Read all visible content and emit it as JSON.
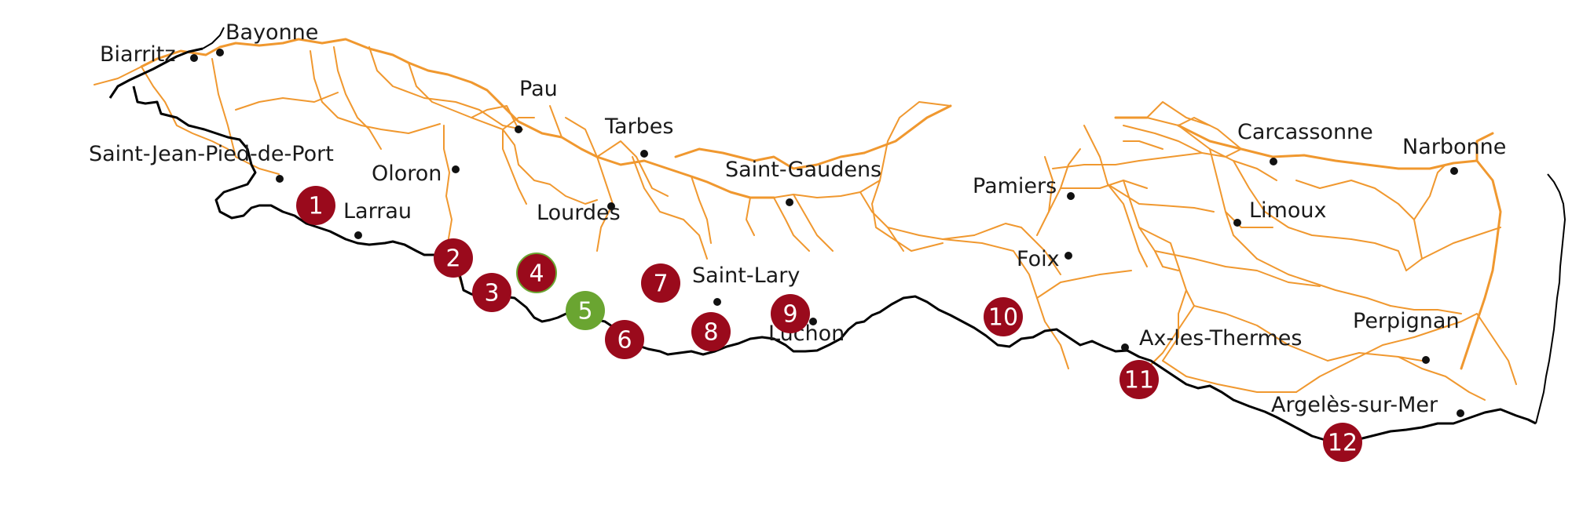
{
  "colors": {
    "road": "#f0982f",
    "border": "#000000",
    "marker_red": "#9a0a1c",
    "marker_green": "#6aa531",
    "label_text": "#1a1a1a"
  },
  "cities": [
    {
      "name": "Bayonne"
    },
    {
      "name": "Biarritz"
    },
    {
      "name": "Pau"
    },
    {
      "name": "Tarbes"
    },
    {
      "name": "Saint-Jean-Pied-de-Port"
    },
    {
      "name": "Oloron"
    },
    {
      "name": "Larrau"
    },
    {
      "name": "Lourdes"
    },
    {
      "name": "Saint-Gaudens"
    },
    {
      "name": "Saint-Lary"
    },
    {
      "name": "Luchon"
    },
    {
      "name": "Pamiers"
    },
    {
      "name": "Foix"
    },
    {
      "name": "Carcassonne"
    },
    {
      "name": "Limoux"
    },
    {
      "name": "Narbonne"
    },
    {
      "name": "Ax-les-Thermes"
    },
    {
      "name": "Perpignan"
    },
    {
      "name": "Argelès-sur-Mer"
    }
  ],
  "markers": [
    {
      "label": "1",
      "color": "red"
    },
    {
      "label": "2",
      "color": "red"
    },
    {
      "label": "3",
      "color": "red"
    },
    {
      "label": "4",
      "color": "red"
    },
    {
      "label": "5",
      "color": "green"
    },
    {
      "label": "6",
      "color": "red"
    },
    {
      "label": "7",
      "color": "red"
    },
    {
      "label": "8",
      "color": "red"
    },
    {
      "label": "9",
      "color": "red"
    },
    {
      "label": "10",
      "color": "red"
    },
    {
      "label": "11",
      "color": "red"
    },
    {
      "label": "12",
      "color": "red"
    }
  ]
}
